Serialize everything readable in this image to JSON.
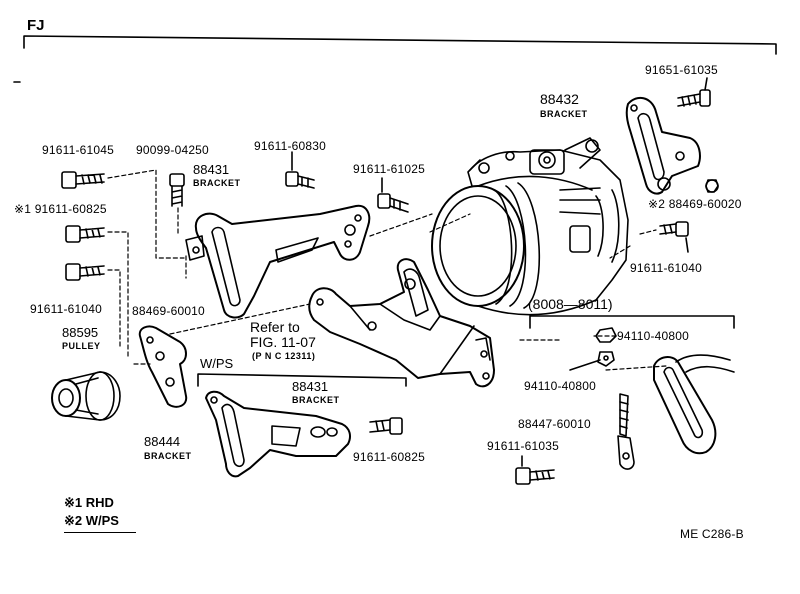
{
  "header": {
    "title": "FJ"
  },
  "figure_code": "ME  C286-B",
  "legend": {
    "items": [
      {
        "mark": "※1",
        "text": "RHD"
      },
      {
        "mark": "※2",
        "text": "W/PS"
      }
    ]
  },
  "refer": {
    "line1": "Refer to",
    "line2": "FIG. 11-07",
    "line3": "(P N C  12311)"
  },
  "groups": {
    "wps": "W/PS",
    "serial": "(8008—8011)"
  },
  "parts": {
    "p91651_61035": "91651-61035",
    "p88432": "88432",
    "p88432_name": "BRACKET",
    "p91611_61045": "91611-61045",
    "p90099_04250": "90099-04250",
    "p91611_60830": "91611-60830",
    "p88431a": "88431",
    "p88431a_name": "BRACKET",
    "p91611_61025": "91611-61025",
    "p91611_60825a_mark": "※1",
    "p91611_60825a": "91611-60825",
    "p88469_60020_mark": "※2",
    "p88469_60020": "88469-60020",
    "p91611_61040a": "91611-61040",
    "p91611_61040b": "91611-61040",
    "p88469_60010": "88469-60010",
    "p88595": "88595",
    "p88595_name": "PULLEY",
    "p88431b": "88431",
    "p88431b_name": "BRACKET",
    "p91611_60825b": "91611-60825",
    "p88444": "88444",
    "p88444_name": "BRACKET",
    "p94110_40800a": "94110-40800",
    "p94110_40800b": "94110-40800",
    "p88447_60010": "88447-60010",
    "p91611_61035": "91611-61035"
  }
}
